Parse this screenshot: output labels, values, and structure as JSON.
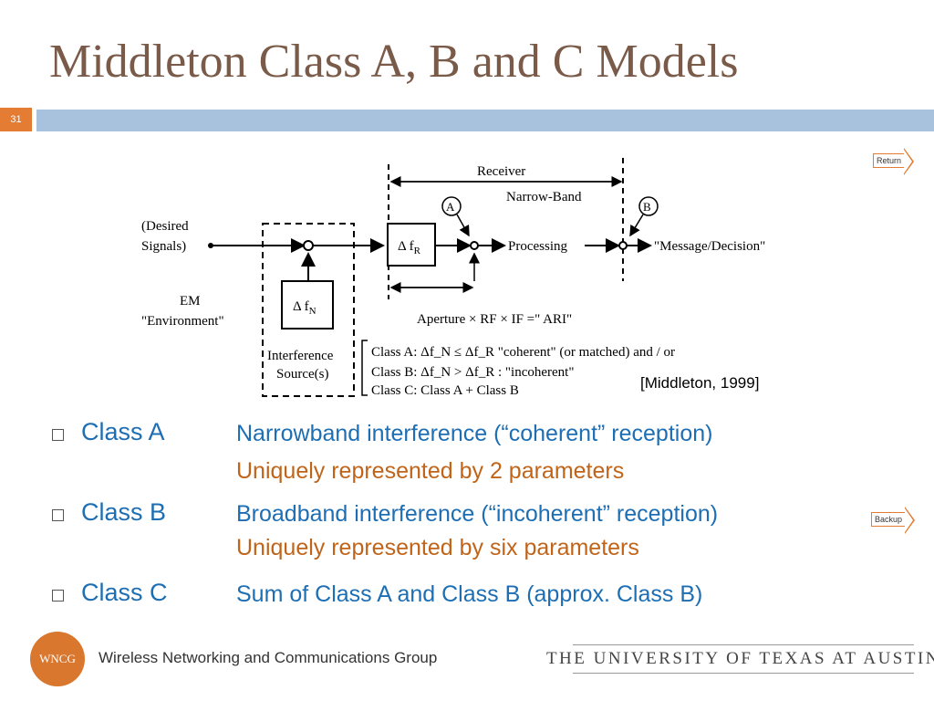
{
  "title": "Middleton Class A, B and C Models",
  "slide_number": "31",
  "nav": {
    "return_label": "Return",
    "backup_label": "Backup"
  },
  "diagram": {
    "desired": [
      "(Desired",
      "Signals)"
    ],
    "environment": [
      "EM",
      "\"Environment\""
    ],
    "delta_n": "Δ f",
    "delta_n_sub": "N",
    "interference": [
      "Interference",
      "Source(s)"
    ],
    "receiver": "Receiver",
    "narrow_band": "Narrow-Band",
    "marker_a": "A",
    "marker_b": "B",
    "delta_r": "Δ f",
    "delta_r_sub": "R",
    "processing": "Processing",
    "message": "\"Message/Decision\"",
    "aperture": "Aperture × RF × IF =\" ARI\"",
    "class_a_line": "Class A:  Δf_N ≤ Δf_R  \"coherent\"  (or matched) and / or",
    "class_b_line": "Class B:  Δf_N > Δf_R :  \"incoherent\"",
    "class_c_line": "Class C:  Class A  +  Class B"
  },
  "citation": "[Middleton, 1999]",
  "bullets": [
    {
      "cls": "Class A",
      "line1": "Narrowband interference (“coherent” reception)",
      "line2": "Uniquely represented by 2 parameters"
    },
    {
      "cls": "Class B",
      "line1": "Broadband interference (“incoherent” reception)",
      "line2": "Uniquely represented by six parameters"
    },
    {
      "cls": "Class C",
      "line1": "Sum of Class A and Class B (approx. Class B)"
    }
  ],
  "footer": {
    "logo_text": "WNCG",
    "group": "Wireless Networking and Communications Group",
    "university": "THE UNIVERSITY OF TEXAS AT AUSTIN"
  }
}
